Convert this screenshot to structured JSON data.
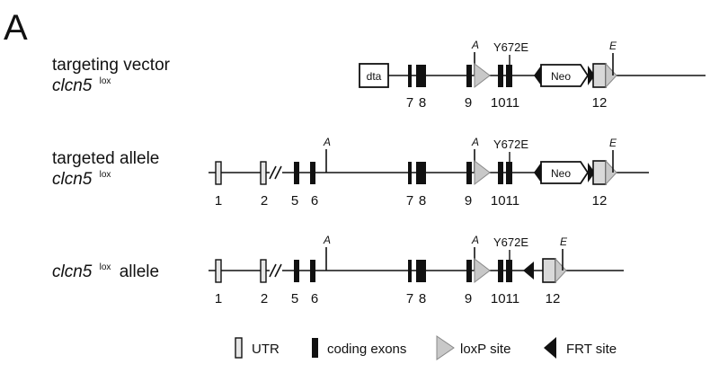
{
  "panel_label": "A",
  "rows": [
    {
      "id": "targeting-vector",
      "label_line1": "targeting vector",
      "label_line2": "clcn5",
      "label_sup": "lox",
      "label_line2_suffix": "",
      "exon_numbers": [
        "7",
        "8",
        "9",
        "1011",
        "12"
      ],
      "site_A": [
        "A"
      ],
      "site_E": "E",
      "mutation": "Y672E",
      "dta_label": "dta",
      "neo_label": "Neo"
    },
    {
      "id": "targeted-allele",
      "label_line1": "targeted allele",
      "label_line2": "clcn5",
      "label_sup": "lox",
      "label_line2_suffix": "",
      "exon_numbers": [
        "1",
        "2",
        "5",
        "6",
        "7",
        "8",
        "9",
        "1011",
        "12"
      ],
      "site_A": [
        "A",
        "A"
      ],
      "site_E": "E",
      "mutation": "Y672E",
      "neo_label": "Neo"
    },
    {
      "id": "lox-allele",
      "label_line1": "",
      "label_line2": "clcn5",
      "label_sup": "lox",
      "label_line2_suffix": "allele",
      "exon_numbers": [
        "1",
        "2",
        "5",
        "6",
        "7",
        "8",
        "9",
        "1011",
        "12"
      ],
      "site_A": [
        "A",
        "A"
      ],
      "site_E": "E",
      "mutation": "Y672E"
    }
  ],
  "legend": {
    "utr": "UTR",
    "coding": "coding exons",
    "loxp": "loxP site",
    "frt": "FRT site"
  },
  "colors": {
    "ink": "#111111",
    "grey_fill": "#c8c8c8",
    "light_fill": "#d9d9d9"
  }
}
